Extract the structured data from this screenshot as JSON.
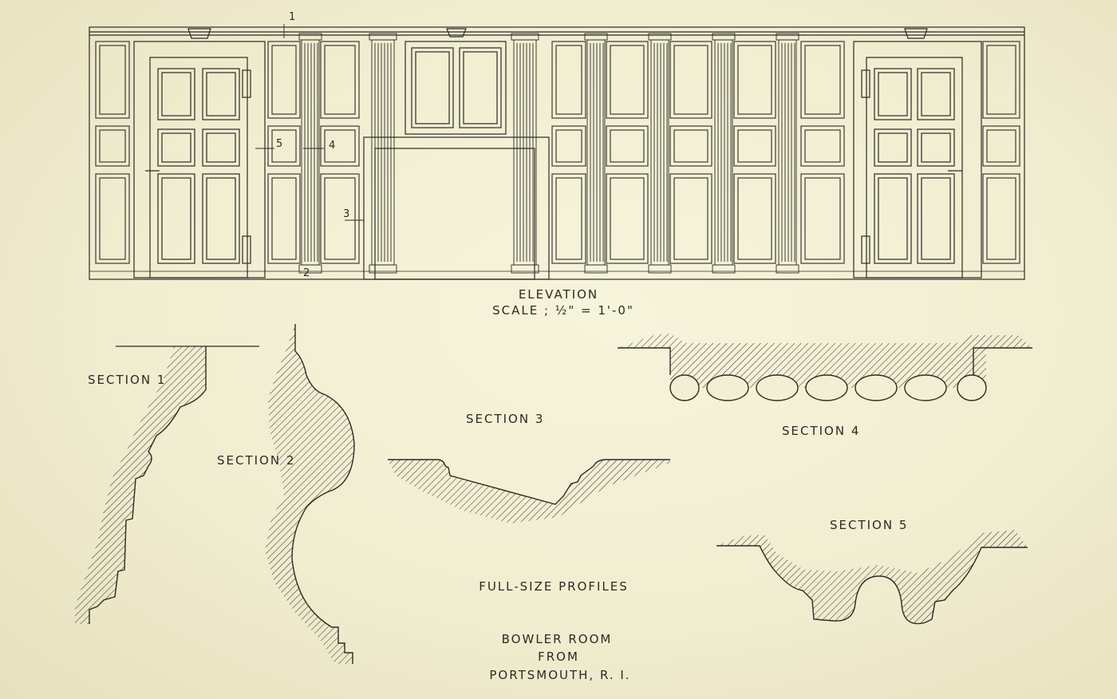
{
  "elevation": {
    "title": "ELEVATION",
    "scale": "SCALE ; ½\" = 1'-0\"",
    "markers": [
      "1",
      "2",
      "3",
      "4",
      "5"
    ]
  },
  "sections": {
    "s1": "SECTION 1",
    "s2": "SECTION 2",
    "s3": "SECTION 3",
    "s4": "SECTION 4",
    "s5": "SECTION 5"
  },
  "footer": {
    "profiles": "FULL-SIZE PROFILES",
    "room": "BOWLER ROOM",
    "from": "FROM",
    "place": "PORTSMOUTH, R. I."
  },
  "colors": {
    "paper": "#f3efd3",
    "ink": "#2b2b27"
  }
}
